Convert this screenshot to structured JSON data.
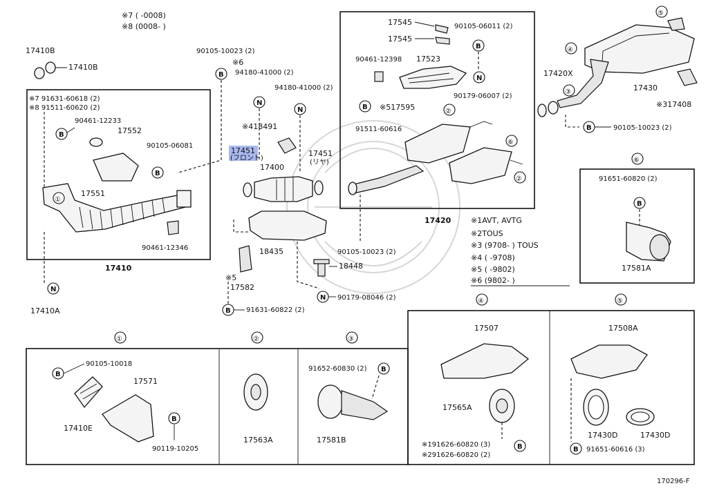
{
  "header_notes": {
    "n7": "※7 (      -0008)",
    "n8": "※8 (0008-      )"
  },
  "letters": {
    "B": "B",
    "N": "N"
  },
  "nums": {
    "1": "①",
    "2": "②",
    "3": "③",
    "4": "④",
    "5": "⑤",
    "6": "⑥"
  },
  "left": {
    "p17410B_a": "17410B",
    "p17410B_b": "17410B",
    "n7": "※7 91631-60618 (2)",
    "n8": "※8 91511-60620 (2)",
    "p90461_12233": "90461-12233",
    "p17552": "17552",
    "p90105_06081": "90105-06081",
    "p17551": "17551",
    "p90461_12346": "90461-12346",
    "p17410": "17410",
    "p17410A": "17410A"
  },
  "mid": {
    "p90105_10023": "90105-10023 (2)",
    "s6": "※6",
    "p94180_a": "94180-41000 (2)",
    "p94180_b": "94180-41000 (2)",
    "p18491": "※418491",
    "p17451_front": "17451",
    "p17451_front_sub": "(フロント)",
    "p17451_rear": "17451",
    "p17451_rear_sub": "(リヤ)",
    "p17400": "17400",
    "p18435": "18435",
    "p18448": "18448",
    "s5": "※5",
    "p17582": "17582",
    "p90179_08046": "90179-08046 (2)",
    "p91631_60822": "91631-60822 (2)"
  },
  "top_box": {
    "p17545_a": "17545",
    "p17545_b": "17545",
    "p90105_06011": "90105-06011 (2)",
    "p90461_12398": "90461-12398",
    "p17523": "17523",
    "p90179_06007": "90179-06007 (2)",
    "p17595": "※517595",
    "p91511_60616": "91511-60616",
    "p17420": "17420",
    "p90105_10023_b": "90105-10023 (2)"
  },
  "right": {
    "p17430": "17430",
    "p17420X": "17420X",
    "p17408": "※317408",
    "p90105_10023": "90105-10023 (2)"
  },
  "notes": {
    "s1": "※1AVT, AVTG",
    "s2": "※2TOUS",
    "s3": "※3 (9708-      ) TOUS",
    "s4": "※4 (      -9708)",
    "s5": "※5 (      -9802)",
    "s6": "※6 (9802-      )"
  },
  "box6": {
    "p91651_60820": "91651-60820 (2)",
    "p17581A": "17581A"
  },
  "box4": {
    "p17507": "17507",
    "p17565A": "17565A",
    "p91626_a": "※191626-60820 (3)",
    "p91626_b": "※291626-60820 (2)"
  },
  "box5": {
    "p17508A": "17508A",
    "p17430D_a": "17430D",
    "p17430D_b": "17430D",
    "p91651_60616": "91651-60616 (3)"
  },
  "bottom1": {
    "p90105_10018": "90105-10018",
    "p17571": "17571",
    "p17410E": "17410E",
    "p90119_10205": "90119-10205"
  },
  "bottom2": {
    "p17563A": "17563A"
  },
  "bottom3": {
    "p91652_60830": "91652-60830 (2)",
    "p17581B": "17581B"
  },
  "footer": {
    "code": "170296-F"
  }
}
